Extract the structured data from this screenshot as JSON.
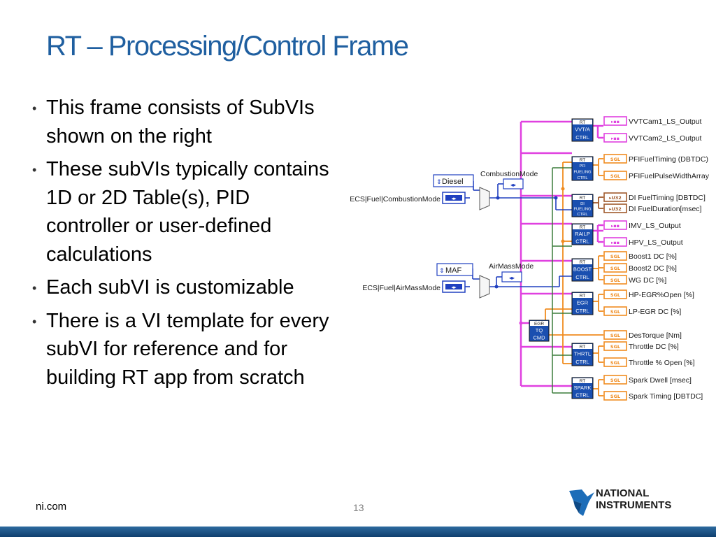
{
  "slide": {
    "title": "RT – Processing/Control Frame",
    "bullets": [
      "This frame consists of SubVIs shown on the right",
      "These subVIs typically contains 1D or 2D Table(s), PID controller or user-defined calculations",
      "Each subVI is customizable",
      "There is a VI template for every subVI for reference and for building RT app from scratch"
    ],
    "footer": {
      "site": "ni.com",
      "page": "13",
      "logo_line1": "NATIONAL",
      "logo_line2": "INSTRUMENTS"
    }
  },
  "diagram": {
    "inputs": [
      {
        "label": "ECS|Fuel|CombustionMode",
        "enum_value": "Diesel",
        "local_label": "CombustionMode"
      },
      {
        "label": "ECS|Fuel|AirMassMode",
        "enum_value": "MAF",
        "local_label": "AirMassMode"
      }
    ],
    "subvis": [
      {
        "tag": "RT",
        "lines": [
          "VVT/A",
          "CTRL"
        ]
      },
      {
        "tag": "RT",
        "lines": [
          "PFI",
          "FUELING",
          "CTRL"
        ]
      },
      {
        "tag": "RT",
        "lines": [
          "DI",
          "FUELING",
          "CTRL"
        ]
      },
      {
        "tag": "RT",
        "lines": [
          "RAILP",
          "CTRL"
        ]
      },
      {
        "tag": "RT",
        "lines": [
          "BOOST",
          "CTRL"
        ]
      },
      {
        "tag": "RT",
        "lines": [
          "EGR",
          "CTRL"
        ]
      },
      {
        "tag": "EGR",
        "lines": [
          "TQ",
          "CMD"
        ]
      },
      {
        "tag": "RT",
        "lines": [
          "THRTL",
          "CTRL"
        ]
      },
      {
        "tag": "RT",
        "lines": [
          "SPARK",
          "CTRL"
        ]
      }
    ],
    "outputs": [
      {
        "label": "VVTCam1_LS_Output",
        "kind": "cluster"
      },
      {
        "label": "VVTCam2_LS_Output",
        "kind": "cluster"
      },
      {
        "label": "PFIFuelTiming (DBTDC)",
        "kind": "SGL"
      },
      {
        "label": "PFIFuelPulseWidthArray",
        "kind": "SGL"
      },
      {
        "label": "DI FuelTiming [DBTDC]",
        "kind": "U32"
      },
      {
        "label": "DI FuelDuration[msec]",
        "kind": "U32"
      },
      {
        "label": "IMV_LS_Output",
        "kind": "cluster"
      },
      {
        "label": "HPV_LS_Output",
        "kind": "cluster"
      },
      {
        "label": "Boost1 DC [%]",
        "kind": "SGL"
      },
      {
        "label": "Boost2 DC [%]",
        "kind": "SGL"
      },
      {
        "label": "WG DC [%]",
        "kind": "SGL"
      },
      {
        "label": "HP-EGR%Open [%]",
        "kind": "SGL"
      },
      {
        "label": "LP-EGR DC [%]",
        "kind": "SGL"
      },
      {
        "label": "DesTorque [Nm]",
        "kind": "SGL"
      },
      {
        "label": "Throttle DC [%]",
        "kind": "SGL"
      },
      {
        "label": "Throttle % Open [%]",
        "kind": "SGL"
      },
      {
        "label": "Spark Dwell [msec]",
        "kind": "SGL"
      },
      {
        "label": "Spark Timing [DBTDC]",
        "kind": "SGL"
      }
    ],
    "colors": {
      "cluster_wire": "#e040e0",
      "numeric_wire": "#f08c20",
      "enum_wire": "#2040c0",
      "subvi_fill": "#1a4fb0",
      "title": "#1f5fa0"
    }
  }
}
